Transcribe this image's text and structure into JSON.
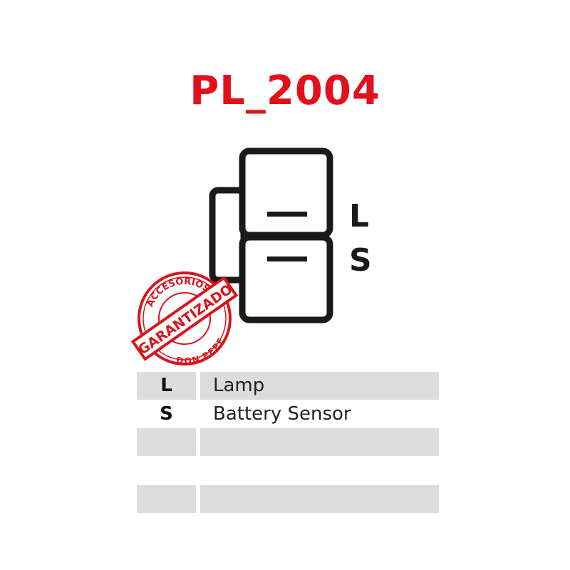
{
  "title": "PL_2004",
  "connector": {
    "pins": [
      "L",
      "S"
    ]
  },
  "stamp": {
    "top_text": "ACCESORIOS",
    "band_text": "GARANTIZADO",
    "bottom_text": "DON PEPE",
    "color": "#d9141c"
  },
  "table": {
    "rows": [
      {
        "code": "L",
        "description": "Lamp"
      },
      {
        "code": "S",
        "description": "Battery Sensor"
      },
      {
        "code": "",
        "description": ""
      },
      {
        "code": "",
        "description": ""
      },
      {
        "code": "",
        "description": ""
      }
    ]
  }
}
